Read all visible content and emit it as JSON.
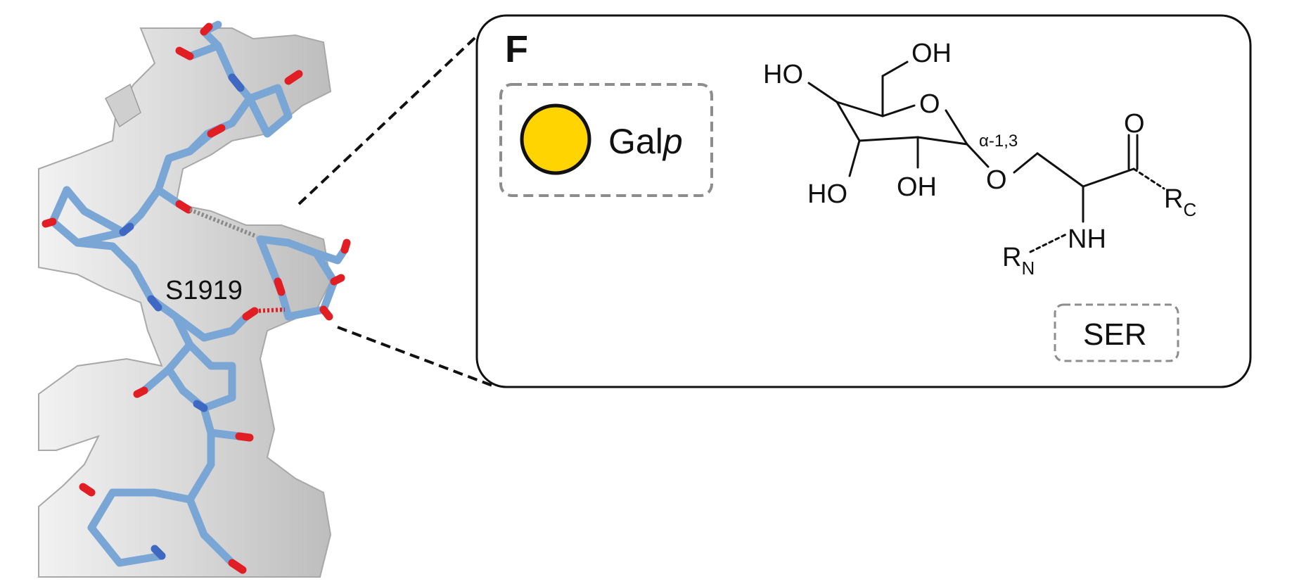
{
  "panel_label": "F",
  "residue_label": "S1919",
  "legend": {
    "symbol": "yellow-circle",
    "symbol_color": "#ffd400",
    "name_prefix": "Gal",
    "name_suffix": "p"
  },
  "structure": {
    "ho_top_left": "HO",
    "oh_top": "OH",
    "ring_o": "O",
    "ho_bottom_left": "HO",
    "oh_bottom": "OH",
    "linkage": "α-1,3",
    "glyco_o": "O",
    "carbonyl_o": "O",
    "nh": "NH",
    "rn_base": "R",
    "rn_sub": "N",
    "rc_base": "R",
    "rc_sub": "C",
    "residue_box": "SER"
  },
  "colors": {
    "stick": "#7aa6d6",
    "nitrogen": "#3f68c2",
    "oxygen": "#e01e24",
    "density_surface": "#dedede",
    "galp": "#ffd400"
  }
}
